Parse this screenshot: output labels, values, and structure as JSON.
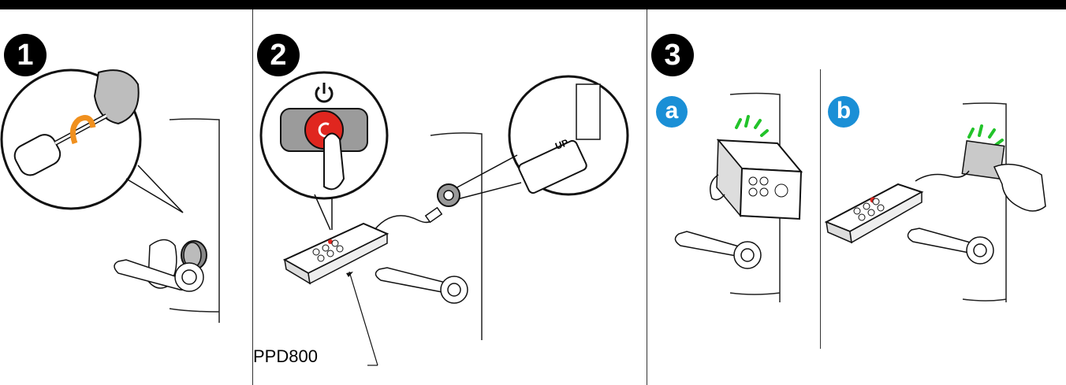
{
  "steps": [
    {
      "number": "1"
    },
    {
      "number": "2"
    },
    {
      "number": "3",
      "substeps": [
        {
          "letter": "a"
        },
        {
          "letter": "b"
        }
      ]
    }
  ],
  "device_label": "PPD800",
  "icons": [
    "power-icon",
    "screwdriver-icon",
    "rotate-arrow-icon",
    "handle-icon",
    "card-icon"
  ],
  "colors": {
    "accent_blue": "#1a8fd6",
    "led_red": "#e0261f",
    "signal_green": "#22c32a",
    "rotate_orange": "#f0901e"
  }
}
